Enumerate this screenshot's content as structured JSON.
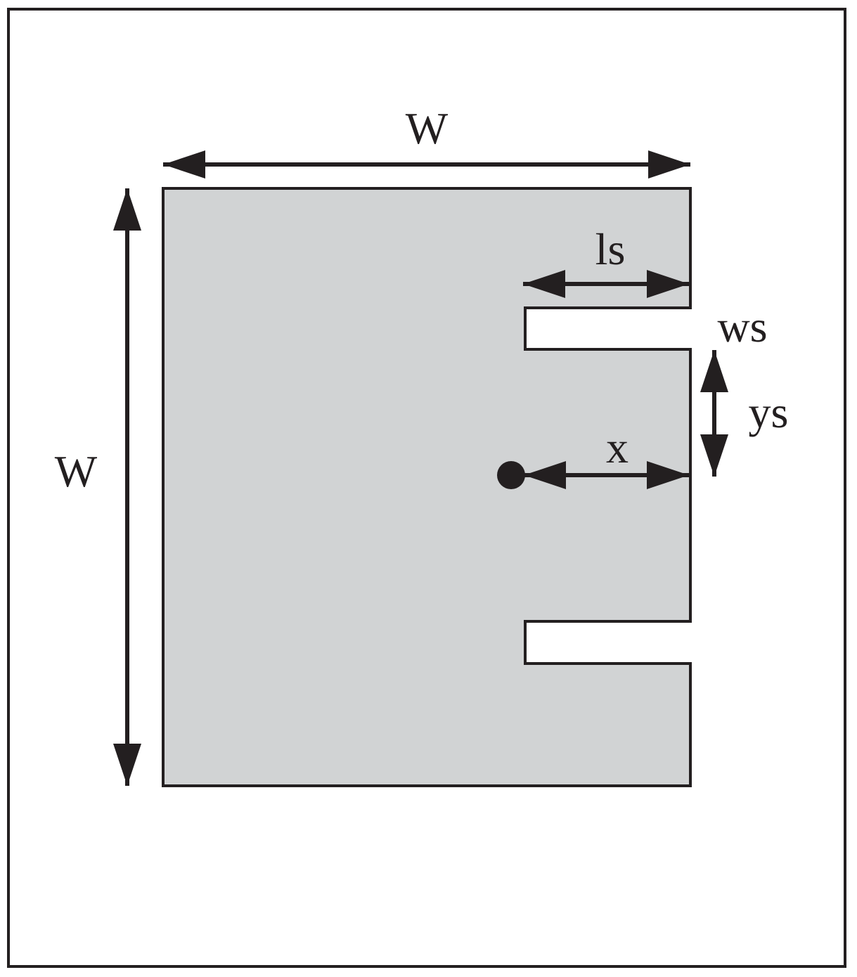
{
  "colors": {
    "stroke": "#231f20",
    "patch_fill": "#d1d3d4",
    "background": "#ffffff"
  },
  "labels": {
    "width_top": "W",
    "width_left": "W",
    "slot_length": "ls",
    "slot_width": "ws",
    "slot_offset": "ys",
    "feed_offset": "x"
  },
  "icons": {
    "feed_point": "filled-circle",
    "arrowheads": "solid-triangle"
  }
}
